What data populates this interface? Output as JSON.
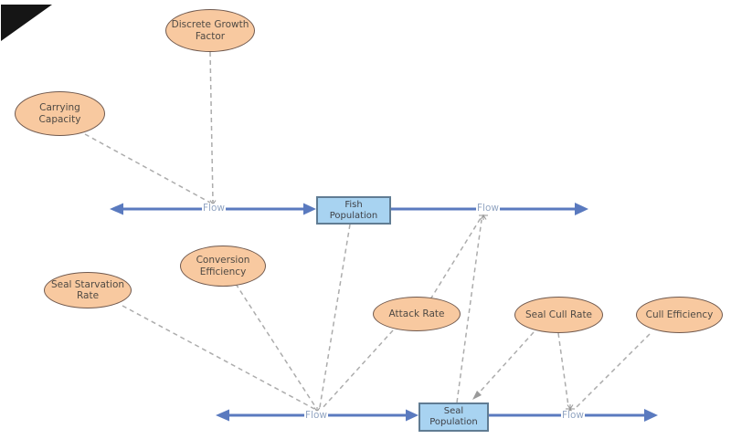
{
  "canvas": {
    "background": "#FFFFFF"
  },
  "variables": [
    {
      "id": "discrete-growth-factor",
      "label": "Discrete Growth Factor"
    },
    {
      "id": "carrying-capacity",
      "label": "Carrying Capacity"
    },
    {
      "id": "conversion-efficiency",
      "label": "Conversion Efficiency"
    },
    {
      "id": "seal-starvation-rate",
      "label": "Seal Starvation Rate"
    },
    {
      "id": "attack-rate",
      "label": "Attack Rate"
    },
    {
      "id": "seal-cull-rate",
      "label": "Seal Cull Rate"
    },
    {
      "id": "cull-efficiency",
      "label": "Cull Efficiency"
    }
  ],
  "stocks": [
    {
      "id": "fish-population",
      "label": "Fish Population"
    },
    {
      "id": "seal-population",
      "label": "Seal Population"
    }
  ],
  "flows": [
    {
      "id": "fish-inflow",
      "label": "Flow"
    },
    {
      "id": "fish-outflow",
      "label": "Flow"
    },
    {
      "id": "seal-inflow",
      "label": "Flow"
    },
    {
      "id": "seal-outflow",
      "label": "Flow"
    }
  ],
  "colors": {
    "variable_fill": "#F8C9A0",
    "variable_border": "#70594E",
    "stock_fill": "#A8D3F1",
    "stock_border": "#607C93",
    "flow_line": "#5A7ABF",
    "flow_label": "#92A5C2",
    "influence_link": "#ACACAC",
    "label_text": "#4F4A44"
  }
}
